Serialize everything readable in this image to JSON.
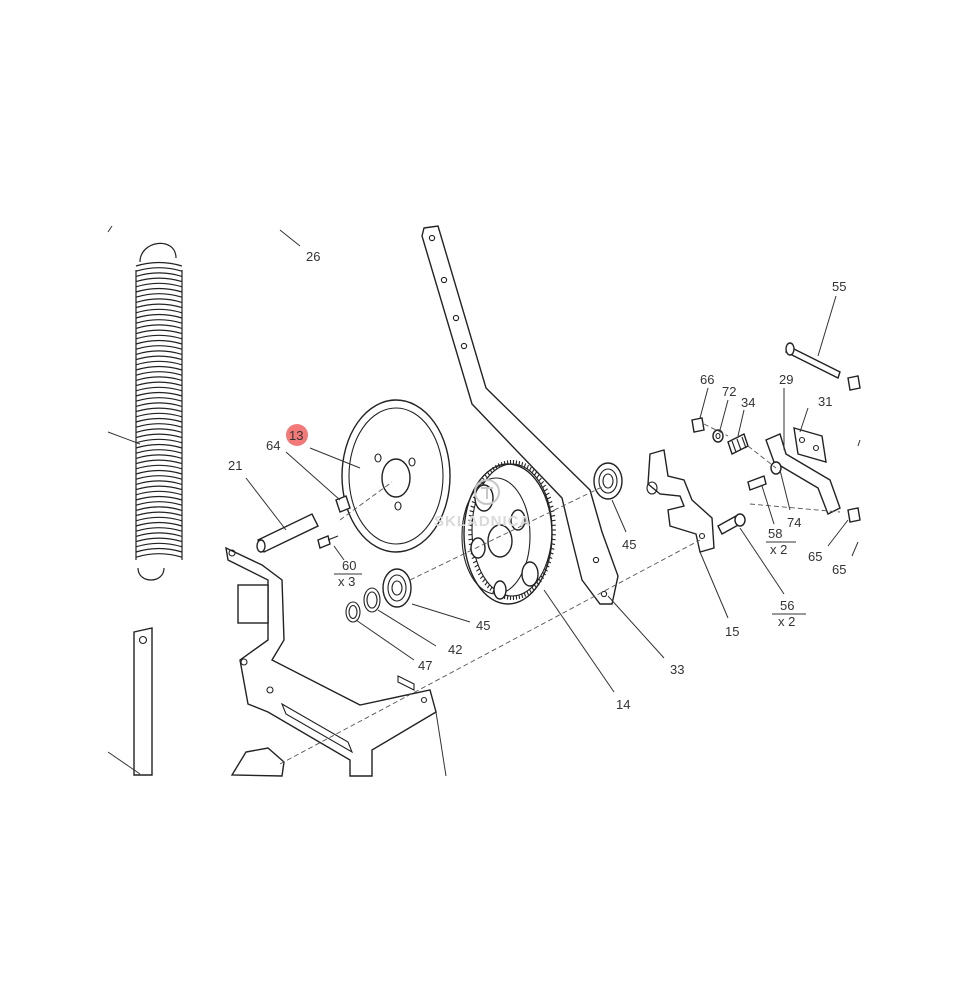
{
  "labels": {
    "l13": "13",
    "l64": "64",
    "l21": "21",
    "l26": "26",
    "l60": "60",
    "l60q": "x 3",
    "l45a": "45",
    "l45b": "45",
    "l42": "42",
    "l47": "47",
    "l14": "14",
    "l33": "33",
    "l15": "15",
    "l56": "56",
    "l56q": "x 2",
    "l58": "58",
    "l58q": "x 2",
    "l74": "74",
    "l65a": "65",
    "l65b": "65",
    "l66": "66",
    "l72": "72",
    "l34": "34",
    "l29": "29",
    "l31": "31",
    "l55": "55"
  },
  "highlight_color": "#f26a6a",
  "watermark": "SKLADNICA"
}
